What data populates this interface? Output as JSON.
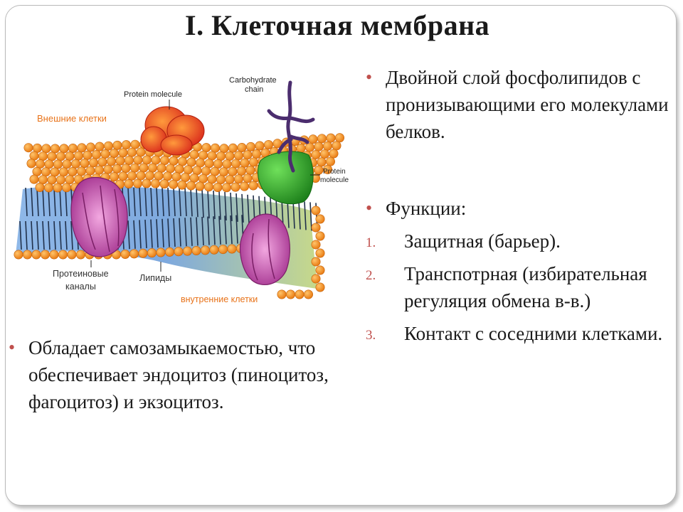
{
  "title": "I. Клеточная мембрана",
  "diagram": {
    "labels": {
      "protein_top": "Protein molecule",
      "carbohydrate_line1": "Carbohydrate",
      "carbohydrate_line2": "chain",
      "outer": "Внешние клетки",
      "protein_right_line1": "Protein",
      "protein_right_line2": "molecule",
      "channels_line1": "Протеиновые",
      "channels_line2": "каналы",
      "lipids": "Липиды",
      "inner": "внутренние клетки"
    },
    "colors": {
      "lipid_head": "#f7941d",
      "protein_red": "#e8401c",
      "protein_green": "#2fa82a",
      "channel": "#c04aa8",
      "carbohydrate": "#4b2d6e",
      "label_orange": "#e8731a"
    }
  },
  "right": {
    "bullet1": "Двойной слой фосфолипидов с пронизывающими его молекулами белков.",
    "bullet2": "Функции:",
    "items": [
      {
        "num": "1.",
        "text": "Защитная (барьер)."
      },
      {
        "num": "2.",
        "text": "Транспотрная (избирательная регуляция обмена в-в.)"
      },
      {
        "num": "3.",
        "text": "Контакт с соседними клетками."
      }
    ]
  },
  "left": {
    "bullet": "Обладает самозамыкаемостью, что обеспечивает эндоцитоз (пиноцитоз, фагоцитоз) и экзоцитоз."
  },
  "bullet_glyph": "•"
}
